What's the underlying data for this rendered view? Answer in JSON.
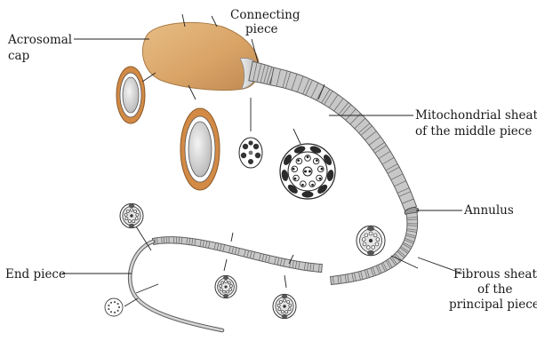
{
  "labels": {
    "acrosomal_cap": [
      "Acrosomal",
      "cap"
    ],
    "connecting_piece": [
      "Connecting",
      "piece"
    ],
    "mitochondrial_sheath": [
      "Mitochondrial sheath",
      "of the middle piece"
    ],
    "annulus": "Annulus",
    "fibrous_sheath": [
      "Fibrous sheath",
      "of the",
      "principal piece"
    ],
    "end_piece": "End piece"
  },
  "colors": {
    "head_fill": "#d9a466",
    "head_edge": "#b8834a",
    "nucleus_rim": "#c8803a",
    "tail_fill": "#c8c8c8",
    "tail_stroke": "#555555",
    "line": "#222222"
  }
}
